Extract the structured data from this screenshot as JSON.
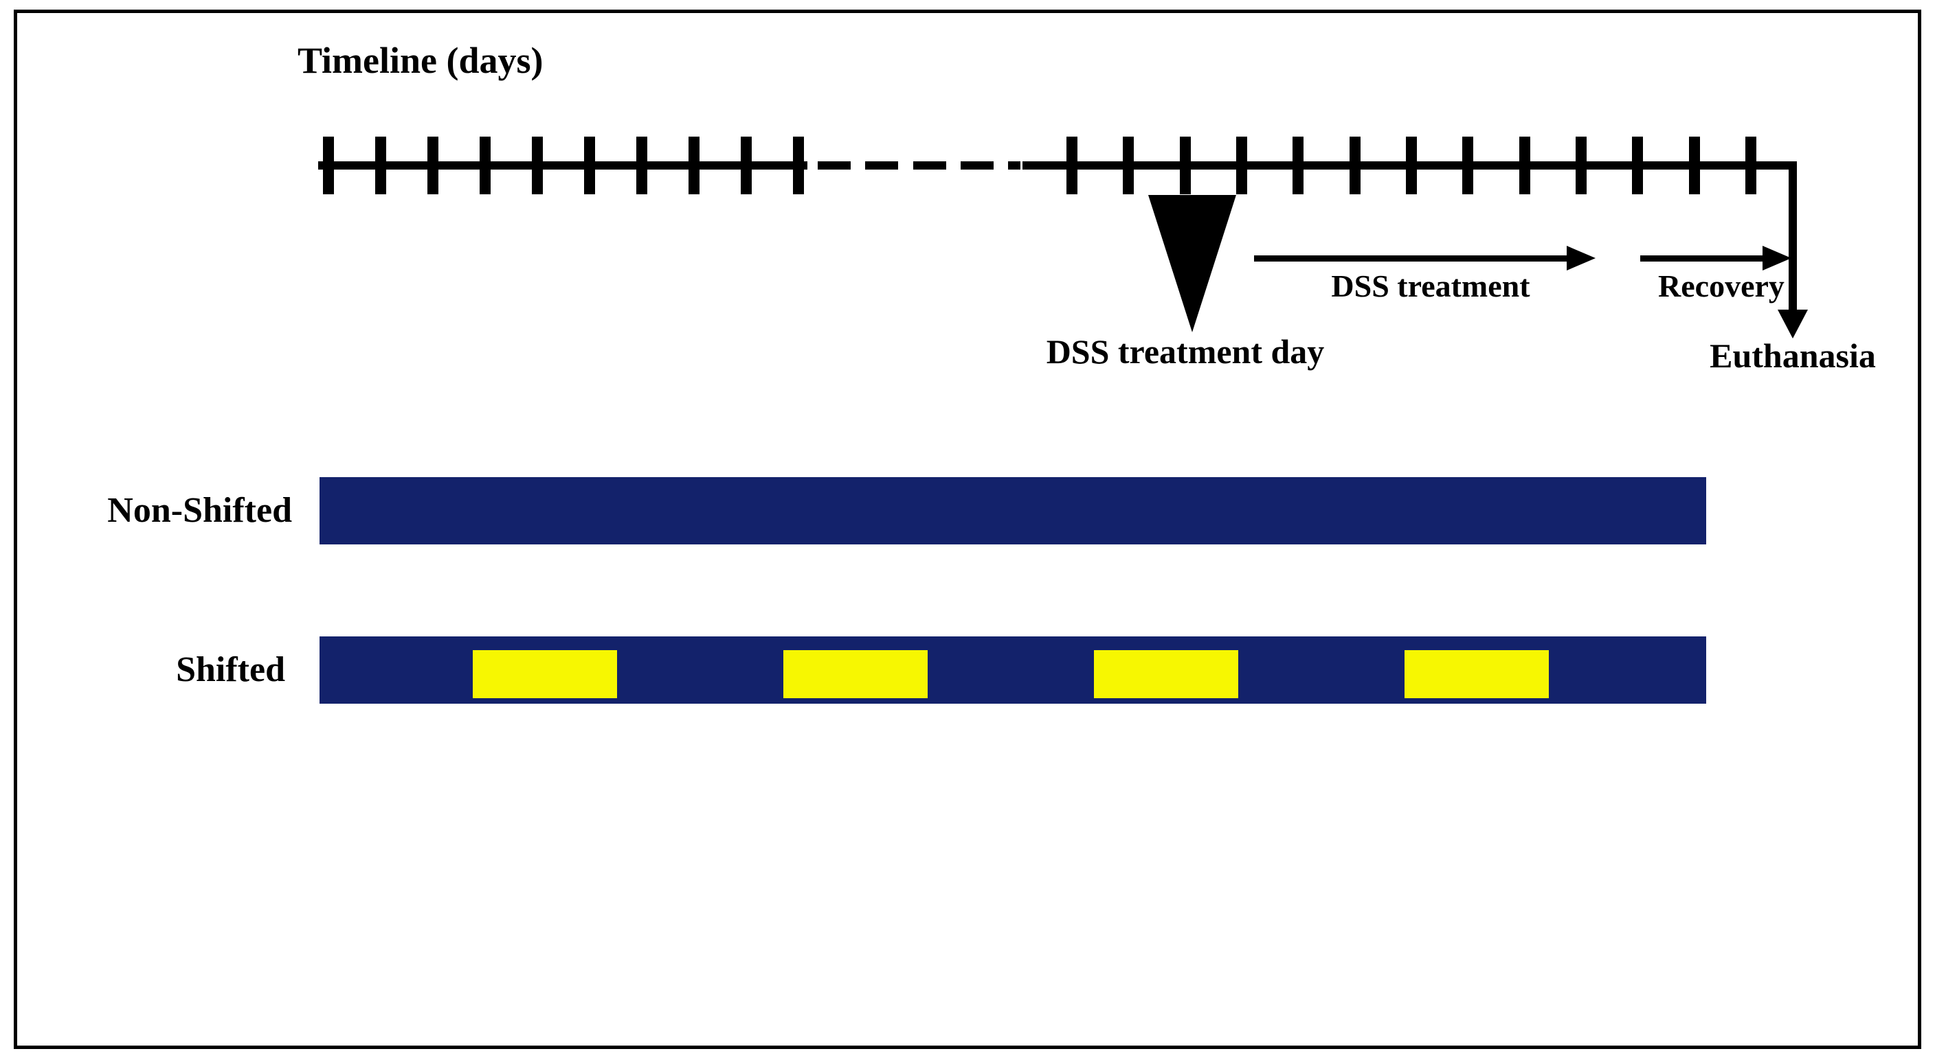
{
  "timeline": {
    "title": "Timeline (days)",
    "tick_segment_1_count": 10,
    "dash_count": 5,
    "tick_segment_2_count": 13,
    "marker": {
      "icon": "down-triangle-marker-icon",
      "label": "DSS treatment day"
    },
    "arrows": [
      {
        "label": "DSS treatment",
        "direction": "right"
      },
      {
        "label": "Recovery",
        "direction": "right"
      }
    ],
    "endpoint": {
      "icon": "down-arrow-icon",
      "label": "Euthanasia"
    }
  },
  "rows": [
    {
      "label": "Non-Shifted",
      "pattern": "solid-dark",
      "light_block_count": 0
    },
    {
      "label": "Shifted",
      "pattern": "alternating-light-blocks",
      "light_block_count": 4
    }
  ],
  "colors": {
    "bar_dark_navy": "#13226B",
    "bar_light_yellow": "#F7F701",
    "ink": "#000000",
    "background": "#FFFFFF"
  }
}
